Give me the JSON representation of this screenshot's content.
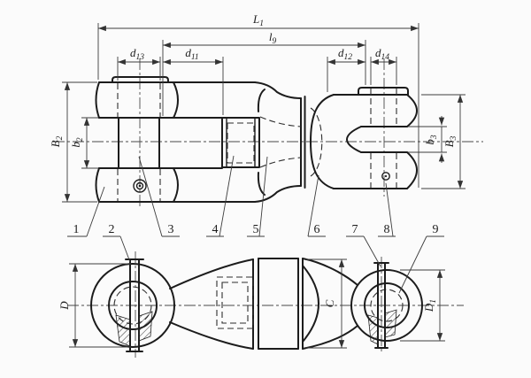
{
  "drawing": {
    "type": "engineering-drawing-swivel-link-two-views",
    "colors": {
      "object_line": "#1c1c1c",
      "thin_line": "#3c3c3c",
      "background": "#fbfbfb"
    },
    "dims": {
      "L1": {
        "base": "L",
        "sub": "1"
      },
      "l9": {
        "base": "l",
        "sub": "9"
      },
      "d13": {
        "base": "d",
        "sub": "13"
      },
      "d11": {
        "base": "d",
        "sub": "11"
      },
      "d12": {
        "base": "d",
        "sub": "12"
      },
      "d14": {
        "base": "d",
        "sub": "14"
      },
      "B2": {
        "base": "B",
        "sub": "2"
      },
      "b2": {
        "base": "b",
        "sub": "2"
      },
      "b3": {
        "base": "b",
        "sub": "3"
      },
      "B3": {
        "base": "B",
        "sub": "3"
      },
      "D": {
        "base": "D",
        "sub": ""
      },
      "C": {
        "base": "C",
        "sub": ""
      },
      "D1": {
        "base": "D",
        "sub": "1"
      }
    },
    "parts": [
      "1",
      "2",
      "3",
      "4",
      "5",
      "6",
      "7",
      "8",
      "9"
    ]
  }
}
